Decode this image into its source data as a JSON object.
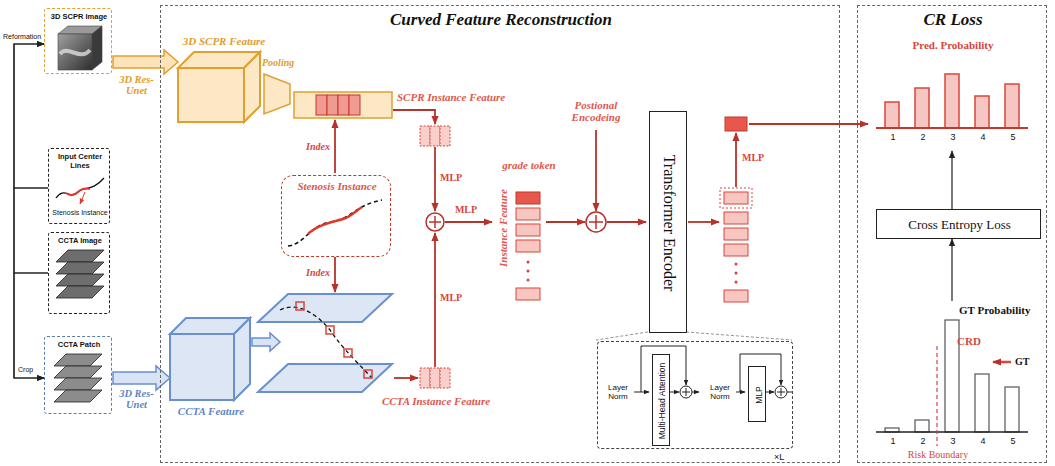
{
  "diagram": {
    "nodes": [
      {
        "text": [
          "3D SCPR Image"
        ]
      },
      {
        "text": [
          "Input Center Lines",
          "Stenosis Instance"
        ]
      },
      {
        "text": [
          "CCTA Image"
        ]
      },
      {
        "text": [
          "CCTA Patch"
        ]
      },
      {
        "text": [
          "Curved Feature Reconstruction"
        ]
      },
      {
        "text": [
          "3D SCPR Feature"
        ],
        "in": 4
      },
      {
        "text": [
          "SCPR Instance Feature"
        ],
        "in": 4
      },
      {
        "text": [
          "Stenosis Instance"
        ],
        "in": 4
      },
      {
        "text": [
          "CCTA Feature"
        ],
        "in": 4
      },
      {
        "text": [
          "CCTA Instance Feature"
        ],
        "in": 4
      },
      {
        "text": [
          "grade token"
        ],
        "in": 4
      },
      {
        "text": [
          "Transformer Encoder"
        ],
        "in": 4
      },
      {
        "text": [
          "Layer Norm",
          "Layer Norm",
          "×L"
        ],
        "in": 4
      },
      {
        "text": [
          "Multi-Head Attention"
        ],
        "in": 12
      },
      {
        "text": [
          "MLP"
        ],
        "in": 12
      },
      {
        "text": [
          "CR Loss"
        ]
      },
      {
        "text": [
          "Pred. Probability",
          "1",
          "2",
          "3",
          "4",
          "5"
        ],
        "in": 15
      },
      {
        "text": [
          "Cross Entropy Loss"
        ],
        "in": 15
      },
      {
        "text": [
          "GT Probability",
          "1",
          "2",
          "3",
          "4",
          "5",
          "CRD",
          "GT",
          "Risk Boundary"
        ],
        "in": 15
      }
    ],
    "edges": [
      {
        "from": 1,
        "to": 0,
        "arrow": "to"
      },
      {
        "from": 2,
        "to": 0,
        "arrow": "to",
        "label": "Reformation"
      },
      {
        "from": 1,
        "to": 3,
        "arrow": "to"
      },
      {
        "from": 2,
        "to": 3,
        "arrow": "to",
        "label": "Crop"
      },
      {
        "from": 0,
        "to": 5,
        "arrow": "to",
        "label": "3D Res-Unet"
      },
      {
        "from": 3,
        "to": 8,
        "arrow": "to",
        "label": "3D Res-Unet"
      },
      {
        "from": 17,
        "to": 16,
        "arrow": "to"
      },
      {
        "from": 18,
        "to": 17,
        "arrow": "to"
      }
    ],
    "labels": [
      "Pooling",
      "Index",
      "Index",
      "MLP",
      "MLP",
      "MLP",
      "Instance Feature",
      "Postional Encodeing",
      "MLP"
    ]
  }
}
